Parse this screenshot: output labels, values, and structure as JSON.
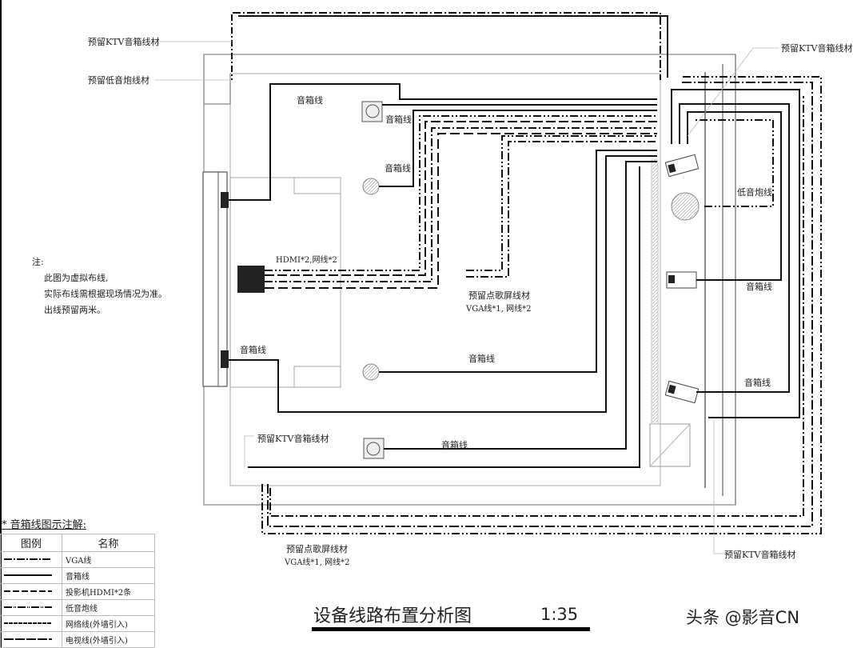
{
  "drawing": {
    "title": "设备线路布置分析图",
    "scale": "1:35",
    "watermark": "头条 @影音CN"
  },
  "notes": {
    "heading": "注:",
    "lines": [
      "此图为虚拟布线,",
      "实际布线需根据现场情况为准。",
      "出线预留两米。"
    ]
  },
  "legend": {
    "caption": "* 音箱线图示注解:",
    "col_symbol": "图例",
    "col_name": "名称",
    "rows": [
      {
        "style": "vga",
        "name": "VGA线"
      },
      {
        "style": "speaker",
        "name": "音箱线"
      },
      {
        "style": "hdmi",
        "name": "投影机HDMI*2条"
      },
      {
        "style": "subwoofer",
        "name": "低音炮线"
      },
      {
        "style": "network",
        "name": "网络线(外墙引入)"
      },
      {
        "style": "tv",
        "name": "电视线(外墙引入)"
      }
    ]
  },
  "labels": {
    "ktv_top_left": "预留KTV音箱线材",
    "sub_top_left": "预留低音炮线材",
    "ktv_top_right": "预留KTV音箱线材",
    "speaker_top": "音箱线",
    "speaker_tl_device": "音箱线",
    "speaker_mid": "音箱线",
    "hdmi_net": "HDMI*2,网线*2",
    "song_screen_mid_1": "预留点歌屏线材",
    "song_screen_mid_2": "VGA线*1, 网线*2",
    "speaker_left_low": "音箱线",
    "speaker_center_low": "音箱线",
    "subwoofer_right": "低音炮线",
    "speaker_right_mid": "音箱线",
    "speaker_right_low": "音箱线",
    "ktv_bottom_left": "预留KTV音箱线材",
    "speaker_bottom": "音箱线",
    "song_screen_bottom_1": "预留点歌屏线材",
    "song_screen_bottom_2": "VGA线*1, 网线*2",
    "ktv_bottom_right": "预留KTV音箱线材"
  }
}
